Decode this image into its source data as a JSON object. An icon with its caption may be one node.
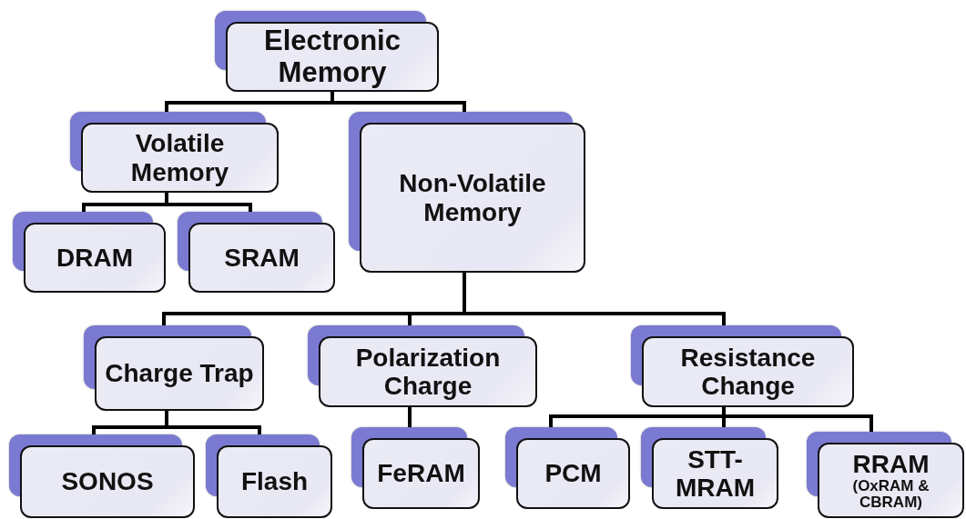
{
  "diagram": {
    "nodes": [
      {
        "text": [
          "Electronic Memory"
        ]
      },
      {
        "text": [
          "Volatile Memory"
        ]
      },
      {
        "text": [
          "Non-Volatile Memory"
        ]
      },
      {
        "text": [
          "DRAM"
        ]
      },
      {
        "text": [
          "SRAM"
        ]
      },
      {
        "text": [
          "Charge Trap"
        ]
      },
      {
        "text": [
          "Polarization Charge"
        ]
      },
      {
        "text": [
          "Resistance Change"
        ]
      },
      {
        "text": [
          "SONOS"
        ]
      },
      {
        "text": [
          "Flash"
        ]
      },
      {
        "text": [
          "FeRAM"
        ]
      },
      {
        "text": [
          "PCM"
        ]
      },
      {
        "text": [
          "STT-MRAM"
        ]
      },
      {
        "text": [
          "RRAM",
          "(OxRAM & CBRAM)"
        ]
      }
    ],
    "edges": [
      {
        "from": 0,
        "to": 1,
        "arrow": "none"
      },
      {
        "from": 0,
        "to": 2,
        "arrow": "none"
      },
      {
        "from": 1,
        "to": 3,
        "arrow": "none"
      },
      {
        "from": 1,
        "to": 4,
        "arrow": "none"
      },
      {
        "from": 2,
        "to": 5,
        "arrow": "none"
      },
      {
        "from": 2,
        "to": 6,
        "arrow": "none"
      },
      {
        "from": 2,
        "to": 7,
        "arrow": "none"
      },
      {
        "from": 5,
        "to": 8,
        "arrow": "none"
      },
      {
        "from": 5,
        "to": 9,
        "arrow": "none"
      },
      {
        "from": 6,
        "to": 10,
        "arrow": "none"
      },
      {
        "from": 7,
        "to": 11,
        "arrow": "none"
      },
      {
        "from": 7,
        "to": 12,
        "arrow": "none"
      },
      {
        "from": 7,
        "to": 13,
        "arrow": "none"
      }
    ]
  }
}
